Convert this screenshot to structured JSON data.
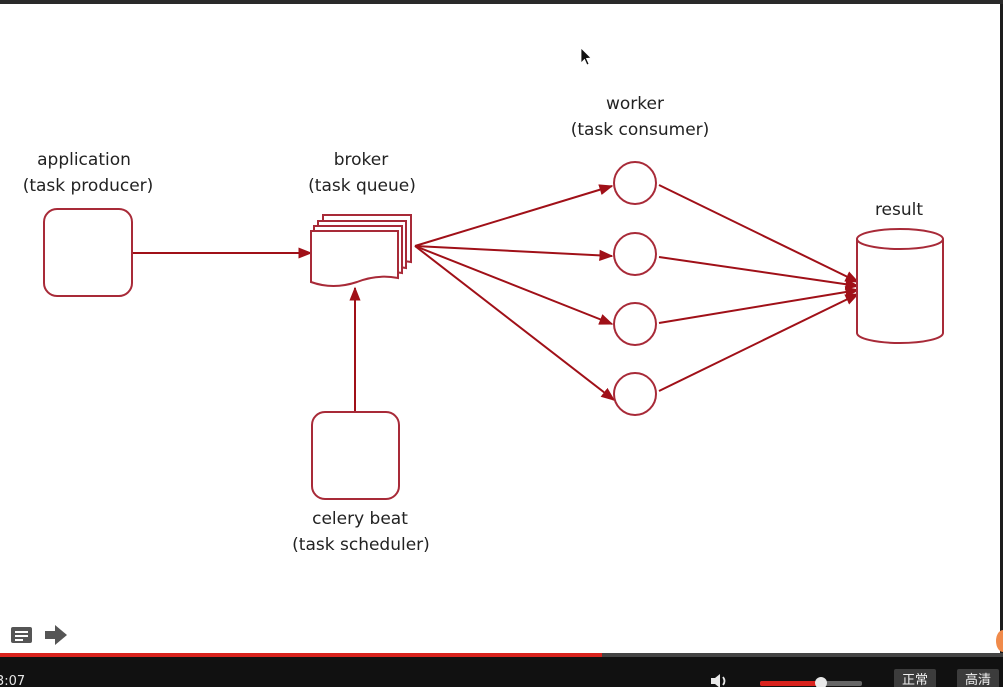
{
  "nodes": {
    "application": {
      "line1": "application",
      "line2": "(task producer)"
    },
    "broker": {
      "line1": "broker",
      "line2": "(task queue)"
    },
    "celery_beat": {
      "line1": "celery beat",
      "line2": "(task scheduler)"
    },
    "worker": {
      "line1": "worker",
      "line2": "(task consumer)"
    },
    "result": {
      "line1": "result"
    }
  },
  "workers_count": 4,
  "colors": {
    "node_stroke": "#a82a38",
    "edge": "#a01018",
    "progress": "#d9231d"
  },
  "player": {
    "time": "3:07",
    "progress_fraction": 0.6,
    "volume_fraction": 0.6,
    "speed_button": "正常",
    "quality_button": "高清"
  },
  "icons": {
    "notes": "notes-icon",
    "next": "arrow-right-icon",
    "volume": "volume-icon",
    "cursor": "cursor-icon"
  }
}
